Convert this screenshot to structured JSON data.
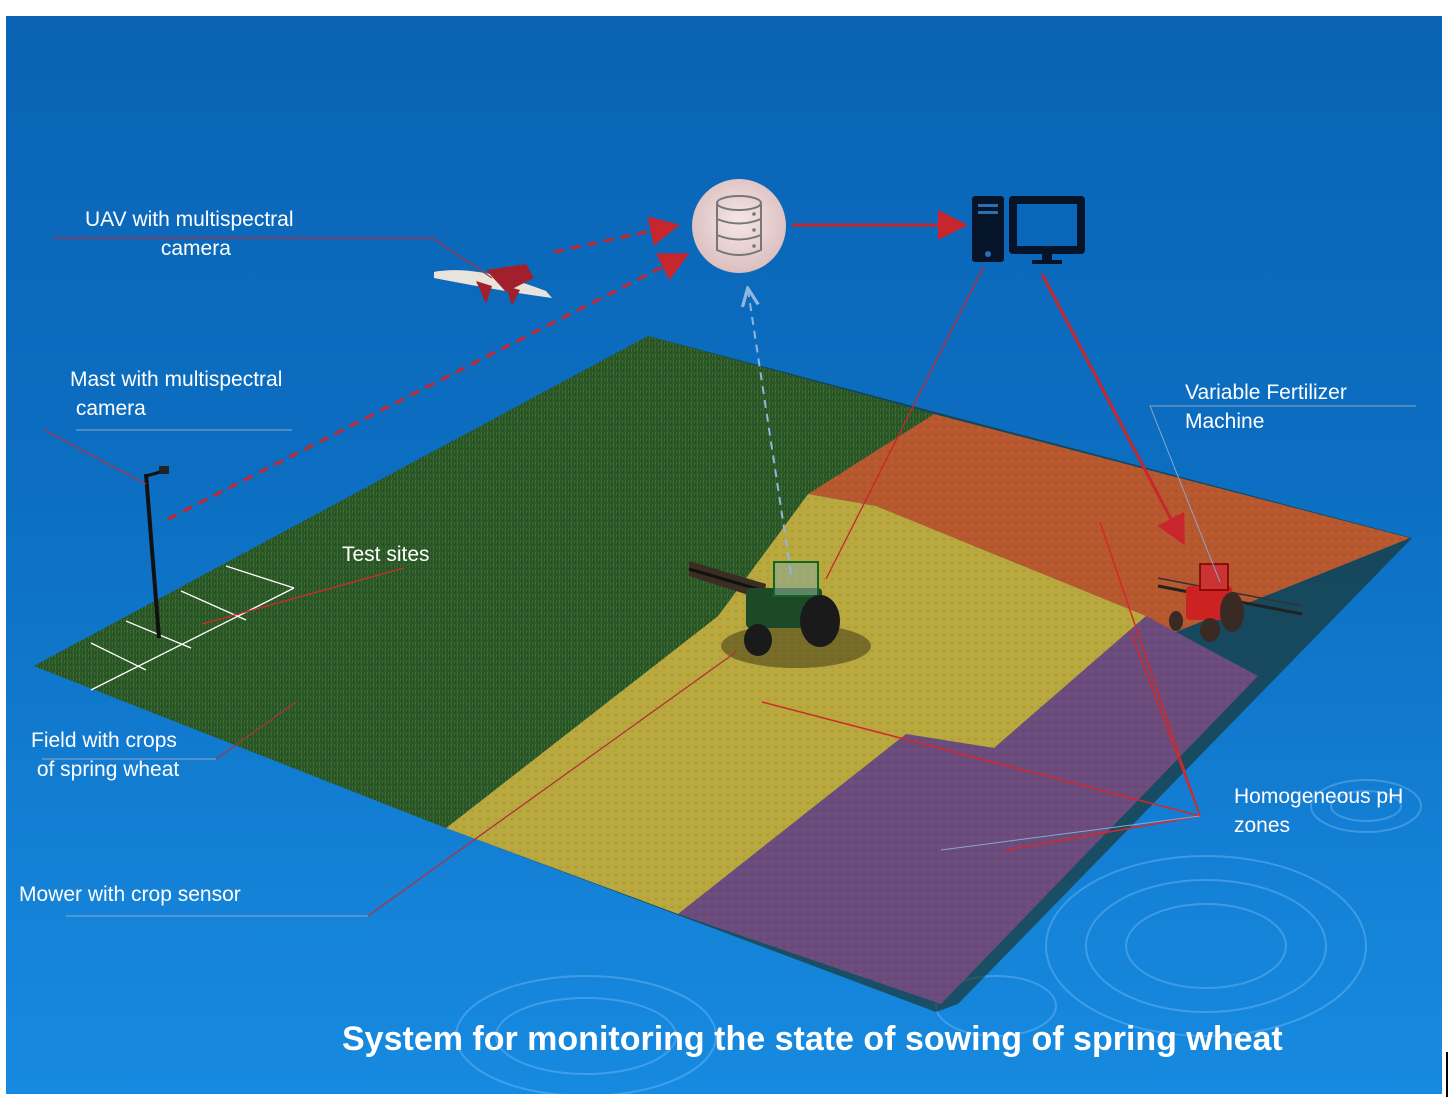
{
  "title": "System for monitoring the state of sowing of spring wheat",
  "labels": {
    "uav": "UAV with multispectral\n             camera",
    "mast": "Mast with multispectral\n camera",
    "test_sites": "Test sites",
    "field": "Field with crops\n of spring wheat",
    "mower": "Mower with crop sensor",
    "fertilizer": "Variable Fertilizer\nMachine",
    "ph_zones": "Homogeneous pH\nzones"
  },
  "icons": {
    "database": "database-icon",
    "computer": "computer-icon"
  },
  "colors": {
    "background": "#0c6fc2",
    "wheat": "#2f5a2a",
    "yellow_zone": "#b9a83e",
    "orange_zone": "#b8582e",
    "purple_zone": "#6b4c7c",
    "arrow_red": "#c8262d",
    "arrow_dashed_blue": "#8fb6e0"
  }
}
